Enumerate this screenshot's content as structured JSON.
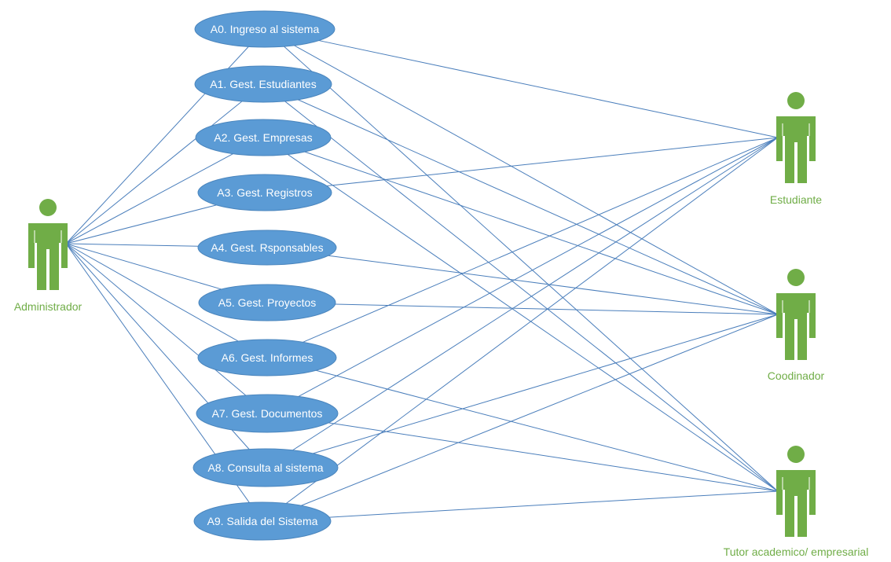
{
  "colors": {
    "use_case_fill": "#5b9bd5",
    "use_case_text": "#ffffff",
    "actor": "#70ad47",
    "association": "#4a7ebb"
  },
  "actors": [
    {
      "id": "admin",
      "label": "Administrador"
    },
    {
      "id": "estudiante",
      "label": "Estudiante"
    },
    {
      "id": "coordinador",
      "label": "Coodinador"
    },
    {
      "id": "tutor",
      "label": "Tutor academico/ empresarial"
    }
  ],
  "use_cases": [
    {
      "id": "A0",
      "label": "A0. Ingreso al sistema"
    },
    {
      "id": "A1",
      "label": "A1. Gest. Estudiantes"
    },
    {
      "id": "A2",
      "label": "A2. Gest. Empresas"
    },
    {
      "id": "A3",
      "label": "A3. Gest. Registros"
    },
    {
      "id": "A4",
      "label": "A4. Gest. Rsponsables"
    },
    {
      "id": "A5",
      "label": "A5. Gest. Proyectos"
    },
    {
      "id": "A6",
      "label": "A6. Gest. Informes"
    },
    {
      "id": "A7",
      "label": "A7. Gest. Documentos"
    },
    {
      "id": "A8",
      "label": "A8. Consulta al sistema"
    },
    {
      "id": "A9",
      "label": "A9. Salida del Sistema"
    }
  ],
  "associations": [
    [
      "admin",
      "A0"
    ],
    [
      "admin",
      "A1"
    ],
    [
      "admin",
      "A2"
    ],
    [
      "admin",
      "A3"
    ],
    [
      "admin",
      "A4"
    ],
    [
      "admin",
      "A5"
    ],
    [
      "admin",
      "A6"
    ],
    [
      "admin",
      "A7"
    ],
    [
      "admin",
      "A8"
    ],
    [
      "admin",
      "A9"
    ],
    [
      "estudiante",
      "A0"
    ],
    [
      "estudiante",
      "A3"
    ],
    [
      "estudiante",
      "A6"
    ],
    [
      "estudiante",
      "A7"
    ],
    [
      "estudiante",
      "A8"
    ],
    [
      "estudiante",
      "A9"
    ],
    [
      "coordinador",
      "A0"
    ],
    [
      "coordinador",
      "A1"
    ],
    [
      "coordinador",
      "A2"
    ],
    [
      "coordinador",
      "A4"
    ],
    [
      "coordinador",
      "A5"
    ],
    [
      "coordinador",
      "A8"
    ],
    [
      "coordinador",
      "A9"
    ],
    [
      "tutor",
      "A0"
    ],
    [
      "tutor",
      "A1"
    ],
    [
      "tutor",
      "A2"
    ],
    [
      "tutor",
      "A6"
    ],
    [
      "tutor",
      "A7"
    ],
    [
      "tutor",
      "A9"
    ]
  ]
}
